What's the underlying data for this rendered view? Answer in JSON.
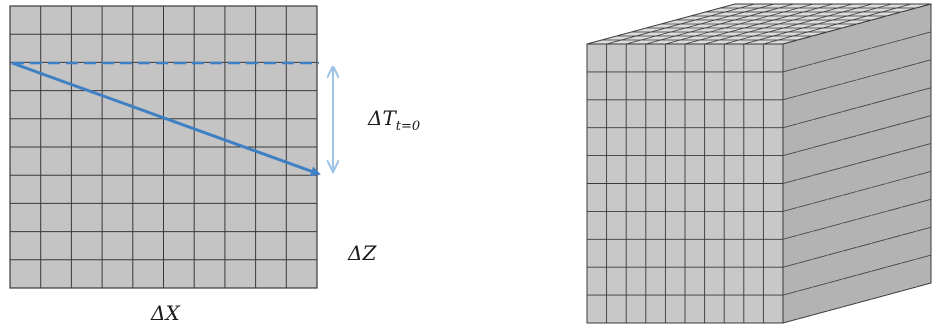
{
  "labels": {
    "delta_x": "ΔX",
    "delta_z": "ΔZ",
    "delta_t_main": "ΔT",
    "delta_t_subscript": "t=0"
  },
  "grid": {
    "columns": 10,
    "rows": 10
  },
  "cube": {
    "columns": 10,
    "rows": 10,
    "depth_slices": 10
  },
  "colors": {
    "cell_fill": "#c4c4c4",
    "grid_line": "#3a3a3a",
    "cube_front": "#c8c8c8",
    "cube_top": "#dcdcdc",
    "cube_side": "#b3b3b3",
    "gradient_arrow": "#3f7fc4",
    "dashed_line": "#3f7fc4",
    "dimension_arrow": "#9dc3e6"
  },
  "icons": {
    "gradient_arrow": "arrow-right-down",
    "dimension_arrow": "double-headed-arrow-vertical"
  }
}
